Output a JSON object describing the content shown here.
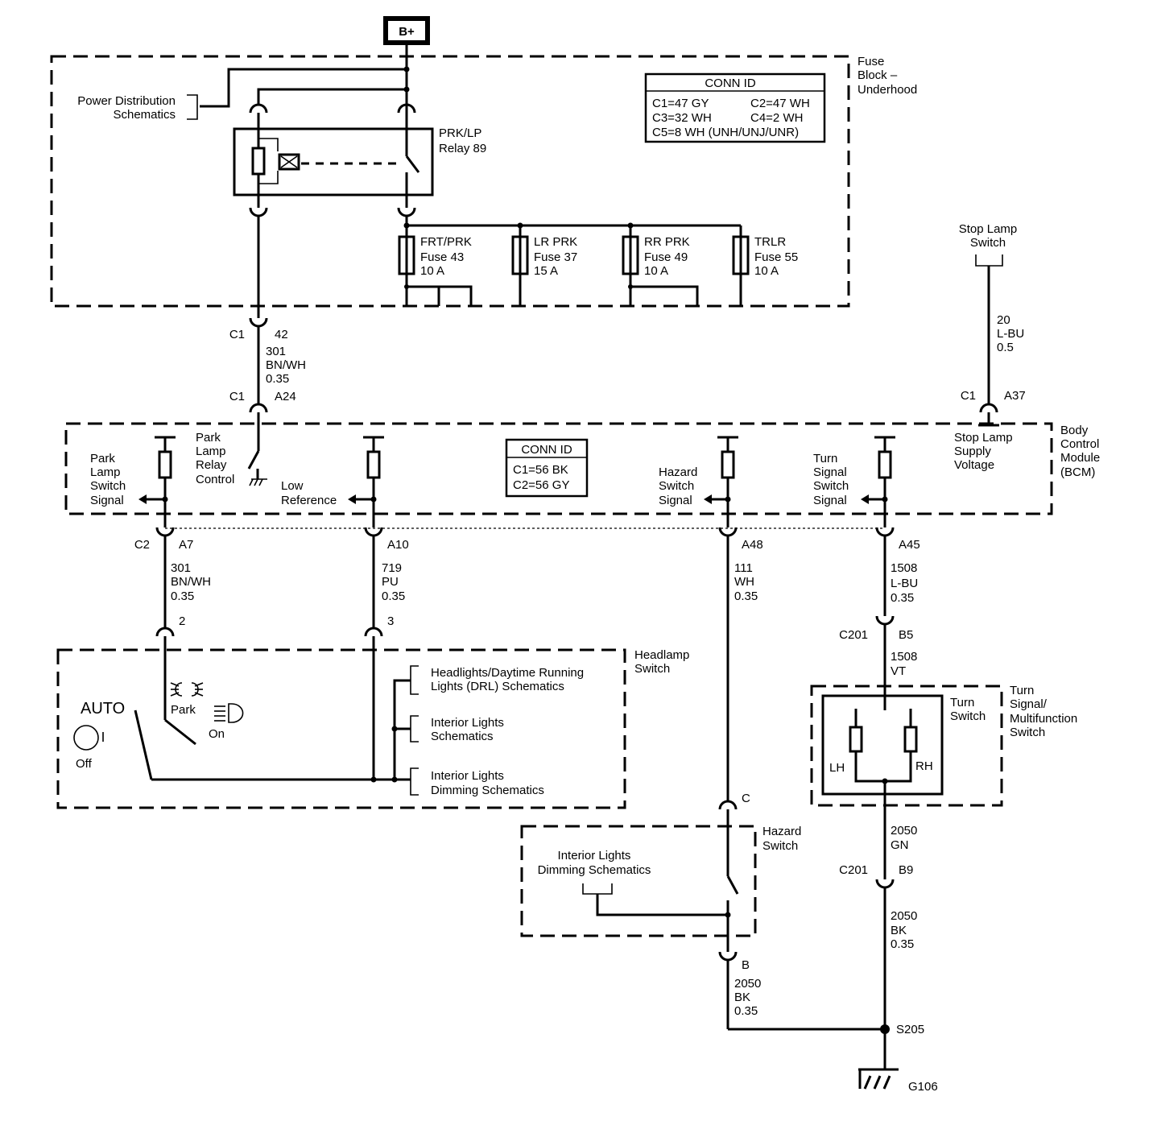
{
  "power": {
    "label": "B+"
  },
  "fuse_block": {
    "title": [
      "Fuse",
      "Block –",
      "Underhood"
    ],
    "power_dist": [
      "Power Distribution",
      "Schematics"
    ],
    "conn_id": {
      "title": "CONN ID",
      "rows": [
        [
          "C1=47 GY",
          "C2=47 WH"
        ],
        [
          "C3=32 WH",
          "C4=2 WH"
        ],
        [
          "C5=8 WH (UNH/UNJ/UNR)",
          ""
        ]
      ]
    },
    "relay": [
      "PRK/LP",
      "Relay 89"
    ],
    "fuses": [
      {
        "name": "FRT/PRK",
        "id": "Fuse 43",
        "rating": "10 A"
      },
      {
        "name": "LR PRK",
        "id": "Fuse 37",
        "rating": "15 A"
      },
      {
        "name": "RR PRK",
        "id": "Fuse 49",
        "rating": "10 A"
      },
      {
        "name": "TRLR",
        "id": "Fuse 55",
        "rating": "10 A"
      }
    ]
  },
  "relay_ctrl_wire": {
    "conn_top": "C1",
    "pin_top": "42",
    "circuit": [
      "301",
      "BN/WH",
      "0.35"
    ],
    "conn_bot": "C1",
    "pin_bot": "A24"
  },
  "stop_lamp": {
    "switch": [
      "Stop Lamp",
      "Switch"
    ],
    "wire": [
      "20",
      "L-BU",
      "0.5"
    ],
    "conn": "C1",
    "pin": "A37"
  },
  "bcm": {
    "title": [
      "Body",
      "Control",
      "Module",
      "(BCM)"
    ],
    "conn_id": {
      "title": "CONN ID",
      "rows": [
        "C1=56 BK",
        "C2=56 GY"
      ]
    },
    "park_lamp_switch": [
      "Park",
      "Lamp",
      "Switch",
      "Signal"
    ],
    "park_lamp_relay": [
      "Park",
      "Lamp",
      "Relay",
      "Control"
    ],
    "low_ref": [
      "Low",
      "Reference"
    ],
    "hazard_signal": [
      "Hazard",
      "Switch",
      "Signal"
    ],
    "turn_signal": [
      "Turn",
      "Signal",
      "Switch",
      "Signal"
    ],
    "stop_supply": [
      "Stop Lamp",
      "Supply",
      "Voltage"
    ]
  },
  "lower_wires": {
    "a7": {
      "conn": "C2",
      "pin": "A7",
      "circuit": [
        "301",
        "BN/WH",
        "0.35"
      ],
      "hs_pin": "2"
    },
    "a10": {
      "pin": "A10",
      "circuit": [
        "719",
        "PU",
        "0.35"
      ],
      "hs_pin": "3"
    },
    "a48": {
      "pin": "A48",
      "circuit": [
        "111",
        "WH",
        "0.35"
      ],
      "haz_pin": "C"
    },
    "a45": {
      "pin": "A45",
      "circuit": [
        "1508",
        "L-BU",
        "0.35"
      ],
      "conn": "C201",
      "conn_pin": "B5",
      "circuit2": [
        "1508",
        "VT"
      ]
    }
  },
  "headlamp_switch": {
    "title": [
      "Headlamp",
      "Switch"
    ],
    "auto": "AUTO",
    "off": "Off",
    "park": "Park",
    "on": "On",
    "refs": [
      [
        "Headlights/Daytime Running",
        "Lights (DRL) Schematics"
      ],
      [
        "Interior Lights",
        "Schematics"
      ],
      [
        "Interior Lights",
        "Dimming Schematics"
      ]
    ]
  },
  "turn_switch": {
    "inner": [
      "Turn",
      "Switch"
    ],
    "outer": [
      "Turn",
      "Signal/",
      "Multifunction",
      "Switch"
    ],
    "lh": "LH",
    "rh": "RH",
    "wire": [
      "2050",
      "GN"
    ],
    "conn": "C201",
    "conn_pin": "B9",
    "wire2": [
      "2050",
      "BK",
      "0.35"
    ]
  },
  "hazard_switch": {
    "title": [
      "Hazard",
      "Switch"
    ],
    "ref": [
      "Interior Lights",
      "Dimming Schematics"
    ],
    "pin_b": "B",
    "wire": [
      "2050",
      "BK",
      "0.35"
    ]
  },
  "ground": {
    "splice": "S205",
    "ground": "G106"
  }
}
